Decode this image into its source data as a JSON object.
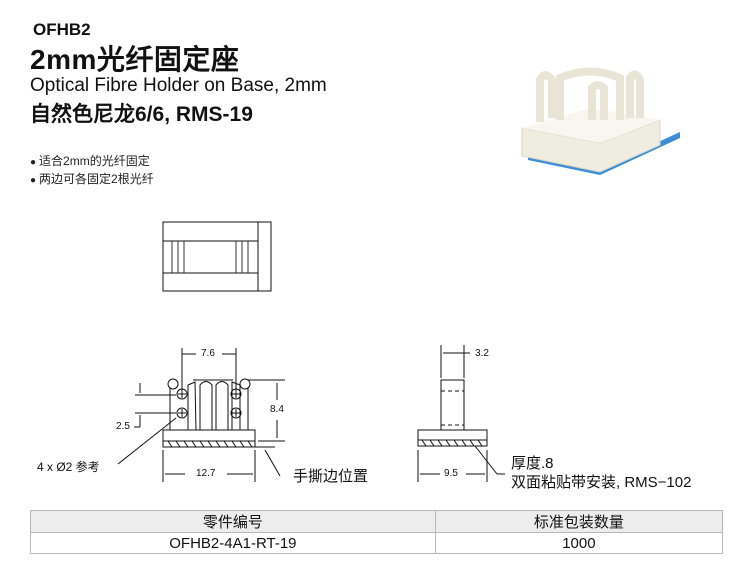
{
  "header": {
    "code": "OFHB2",
    "title": "2mm光纤固定座",
    "title_en": "Optical Fibre Holder on Base, 2mm",
    "material": "自然色尼龙6/6, RMS-19"
  },
  "features": [
    "适合2mm的光纤固定",
    "两边可各固定2根光纤"
  ],
  "drawing": {
    "front": {
      "dim_top": "7.6",
      "dim_height": "8.4",
      "dim_pitch": "2.5",
      "dim_width": "12.7",
      "holes_note": "4 x Ø2 参考",
      "tear_note": "手撕边位置"
    },
    "side": {
      "dim_top": "3.2",
      "dim_width": "9.5",
      "tape_note_1": "厚度.8",
      "tape_note_2": "双面粘贴带安装, RMS−102"
    }
  },
  "table": {
    "headers": [
      "零件编号",
      "标准包装数量"
    ],
    "rows": [
      [
        "OFHB2-4A1-RT-19",
        "1000"
      ]
    ]
  },
  "colors": {
    "tape": "#3c8fd6",
    "part": "#f3f0e4"
  }
}
